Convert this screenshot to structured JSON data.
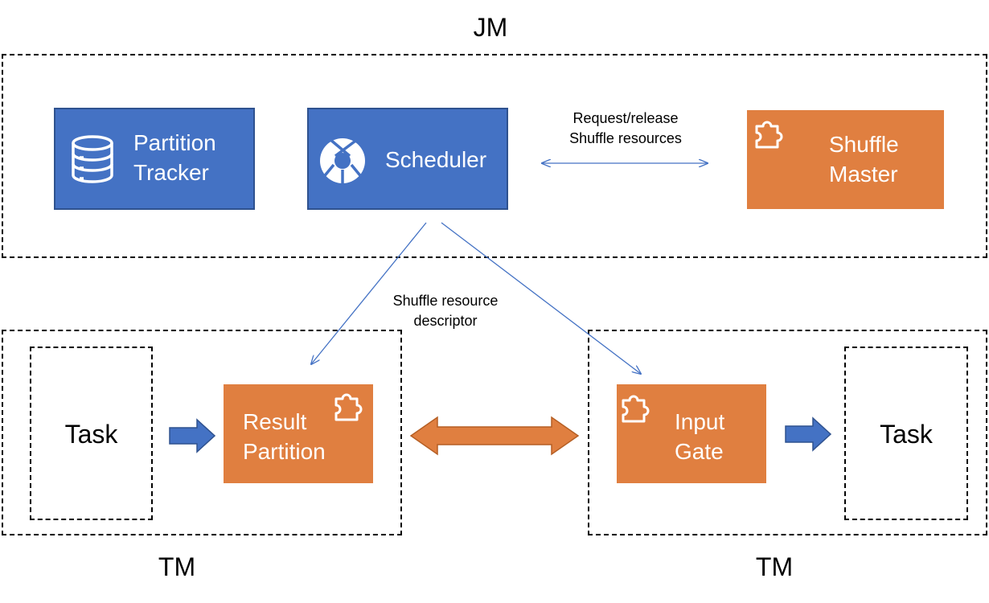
{
  "jm": {
    "label": "JM"
  },
  "tm_left": {
    "label": "TM"
  },
  "tm_right": {
    "label": "TM"
  },
  "partition_tracker": {
    "line1": "Partition",
    "line2": "Tracker",
    "icon": "database-icon"
  },
  "scheduler": {
    "label": "Scheduler",
    "icon": "aperture-icon"
  },
  "shuffle_master": {
    "line1": "Shuffle",
    "line2": "Master",
    "icon": "puzzle-icon"
  },
  "request_release": {
    "line1": "Request/release",
    "line2": "Shuffle resources"
  },
  "descriptor": {
    "line1": "Shuffle resource",
    "line2": "descriptor"
  },
  "task_left": {
    "label": "Task"
  },
  "task_right": {
    "label": "Task"
  },
  "result_partition": {
    "line1": "Result",
    "line2": "Partition",
    "icon": "puzzle-icon"
  },
  "input_gate": {
    "line1": "Input",
    "line2": "Gate",
    "icon": "puzzle-icon"
  },
  "colors": {
    "blue": "#4472c4",
    "orange": "#e07f40",
    "line": "#4472c4"
  }
}
